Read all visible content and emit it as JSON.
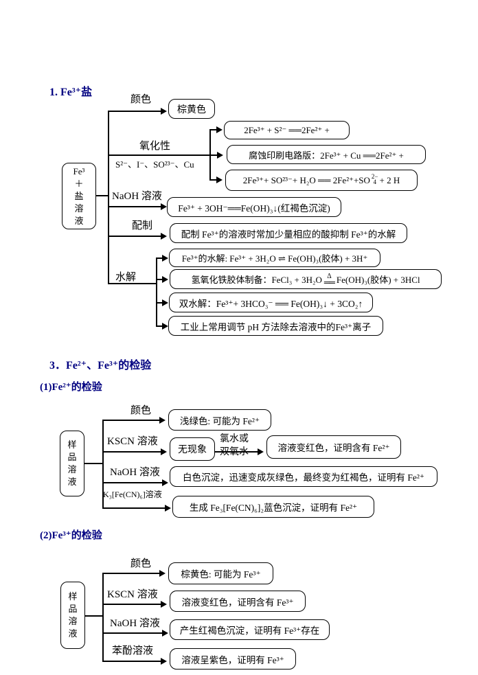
{
  "colors": {
    "heading": "#000080",
    "text": "#000000",
    "line": "#000000",
    "box_bg": "#ffffff"
  },
  "s1": {
    "title": "1. Fe³⁺盐",
    "root": [
      "Fe³",
      "＋",
      "盐",
      "溶",
      "液"
    ],
    "color_label": "颜色",
    "color_result": "棕黄色",
    "ox_label": "氧化性",
    "ox_sublabel": "S²⁻、I⁻、SO²³⁻、Cu",
    "eq_s": "2Fe³⁺ + S²⁻ ══2Fe²⁺ +",
    "eq_cu": "腐蚀印刷电路版：2Fe³⁺ + Cu ══2Fe²⁺ +",
    "eq_so3": {
      "pre": "2Fe³⁺+ SO²³⁻+ H₂O ══ 2Fe²⁺+ ",
      "so": "SO",
      "sup": "2−",
      "sub": "4",
      "post": " + 2 H"
    },
    "naoh_label": "NaOH 溶液",
    "naoh_eq": "Fe³⁺ + 3OH⁻══Fe(OH)₃↓(红褐色沉淀)",
    "prep_label": "配制",
    "prep_text": "配制 Fe³⁺的溶液时常加少量相应的酸抑制 Fe³⁺的水解",
    "hyd_label": "水解",
    "hyd1": "Fe³⁺的水解: Fe³⁺ + 3H₂O ⇌ Fe(OH)₃(胶体) + 3H⁺",
    "hyd2": {
      "pre": "氢氧化铁胶体制备：FeCl₃ + 3H₂O",
      "delta": "Δ",
      "line": "══",
      "post": "Fe(OH)₃(胶体) + 3HCl"
    },
    "hyd3": "双水解：Fe³⁺+ 3HCO₃⁻ ══ Fe(OH)₃↓ + 3CO₂↑",
    "hyd4": "工业上常用调节 pH 方法除去溶液中的Fe³⁺离子"
  },
  "s3": {
    "title": "3．Fe²⁺、Fe³⁺的检验",
    "p1": {
      "title": "(1)Fe²⁺的检验",
      "root": [
        "样",
        "品",
        "溶",
        "液"
      ],
      "color_label": "颜色",
      "color_result": "浅绿色: 可能为 Fe²⁺",
      "kscn_label": "KSCN 溶液",
      "kscn_mid": "无现象",
      "kscn_arrow1": "氯水或",
      "kscn_arrow2": "双氧水",
      "kscn_result": "溶液变红色，证明含有 Fe²⁺",
      "naoh_label": "NaOH 溶液",
      "naoh_result": "白色沉淀，迅速变成灰绿色，最终变为红褐色，证明有 Fe²⁺",
      "kfecn_label": "K₃[Fe(CN)₆]溶液",
      "kfecn_result": "生成 Fe₃[Fe(CN)₆]₂蓝色沉淀，证明有 Fe²⁺"
    },
    "p2": {
      "title": "(2)Fe³⁺的检验",
      "root": [
        "样",
        "品",
        "溶",
        "液"
      ],
      "color_label": "颜色",
      "color_result": "棕黄色: 可能为 Fe³⁺",
      "kscn_label": "KSCN 溶液",
      "kscn_result": "溶液变红色，证明含有 Fe³⁺",
      "naoh_label": "NaOH 溶液",
      "naoh_result": "产生红褐色沉淀，证明有 Fe³⁺存在",
      "phenol_label": "苯酚溶液",
      "phenol_result": "溶液呈紫色，证明有 Fe³⁺"
    }
  }
}
